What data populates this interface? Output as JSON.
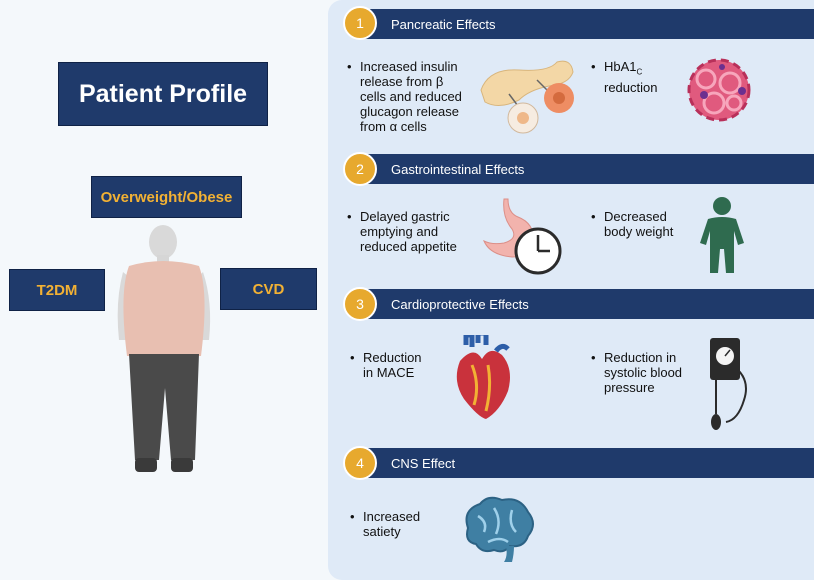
{
  "profile": {
    "title": "Patient Profile",
    "conditions": [
      "Overweight/Obese",
      "T2DM",
      "CVD"
    ]
  },
  "sections": [
    {
      "number": "1",
      "title": "Pancreatic Effects",
      "items": [
        "Increased insulin release from β cells and reduced glucagon release from α cells",
        "HbA1c reduction"
      ]
    },
    {
      "number": "2",
      "title": "Gastrointestinal Effects",
      "items": [
        "Delayed gastric emptying and reduced appetite",
        "Decreased body weight"
      ]
    },
    {
      "number": "3",
      "title": "Cardioprotective Effects",
      "items": [
        "Reduction in MACE",
        "Reduction in systolic blood pressure"
      ]
    },
    {
      "number": "4",
      "title": "CNS Effect",
      "items": [
        "Increased satiety"
      ]
    }
  ],
  "text": {
    "s1_b1": [
      "Increased insulin",
      "release from β",
      "cells and reduced",
      "glucagon release",
      "from α cells"
    ],
    "s1_b2_main": "HbA1",
    "s1_b2_sub": "C",
    "s1_b2_line2": "reduction",
    "s2_b1": [
      "Delayed gastric",
      "emptying and",
      "reduced appetite"
    ],
    "s2_b2": [
      "Decreased",
      "body weight"
    ],
    "s3_b1": [
      "Reduction",
      "in MACE"
    ],
    "s3_b2": [
      "Reduction in",
      "systolic blood",
      "pressure"
    ],
    "s4_b1": [
      "Increased",
      "satiety"
    ]
  },
  "colors": {
    "navy": "#1f3a6b",
    "gold": "#e7a92e",
    "condition_text": "#f2b134",
    "panel": "#dfeaf7"
  }
}
